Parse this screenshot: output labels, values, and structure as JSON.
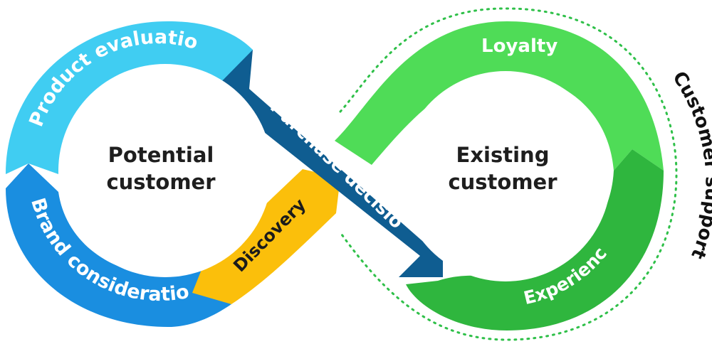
{
  "colors": {
    "product_evaluation": "#40cdf2",
    "brand_consideration": "#1a8ee0",
    "discovery": "#fbbf0b",
    "purchase_decision": "#0f5d91",
    "loyalty": "#4fdc57",
    "experience": "#2fb63e",
    "support_ring": "#2fc049"
  },
  "segments": {
    "product_evaluation": "Product evaluation",
    "brand_consideration": "Brand consideration",
    "discovery": "Discovery",
    "purchase_decision": "Purchase decision",
    "loyalty": "Loyalty",
    "experience": "Experience"
  },
  "centers": {
    "left_line1": "Potential",
    "left_line2": "customer",
    "right_line1": "Existing",
    "right_line2": "customer"
  },
  "side_label": "Customer support"
}
